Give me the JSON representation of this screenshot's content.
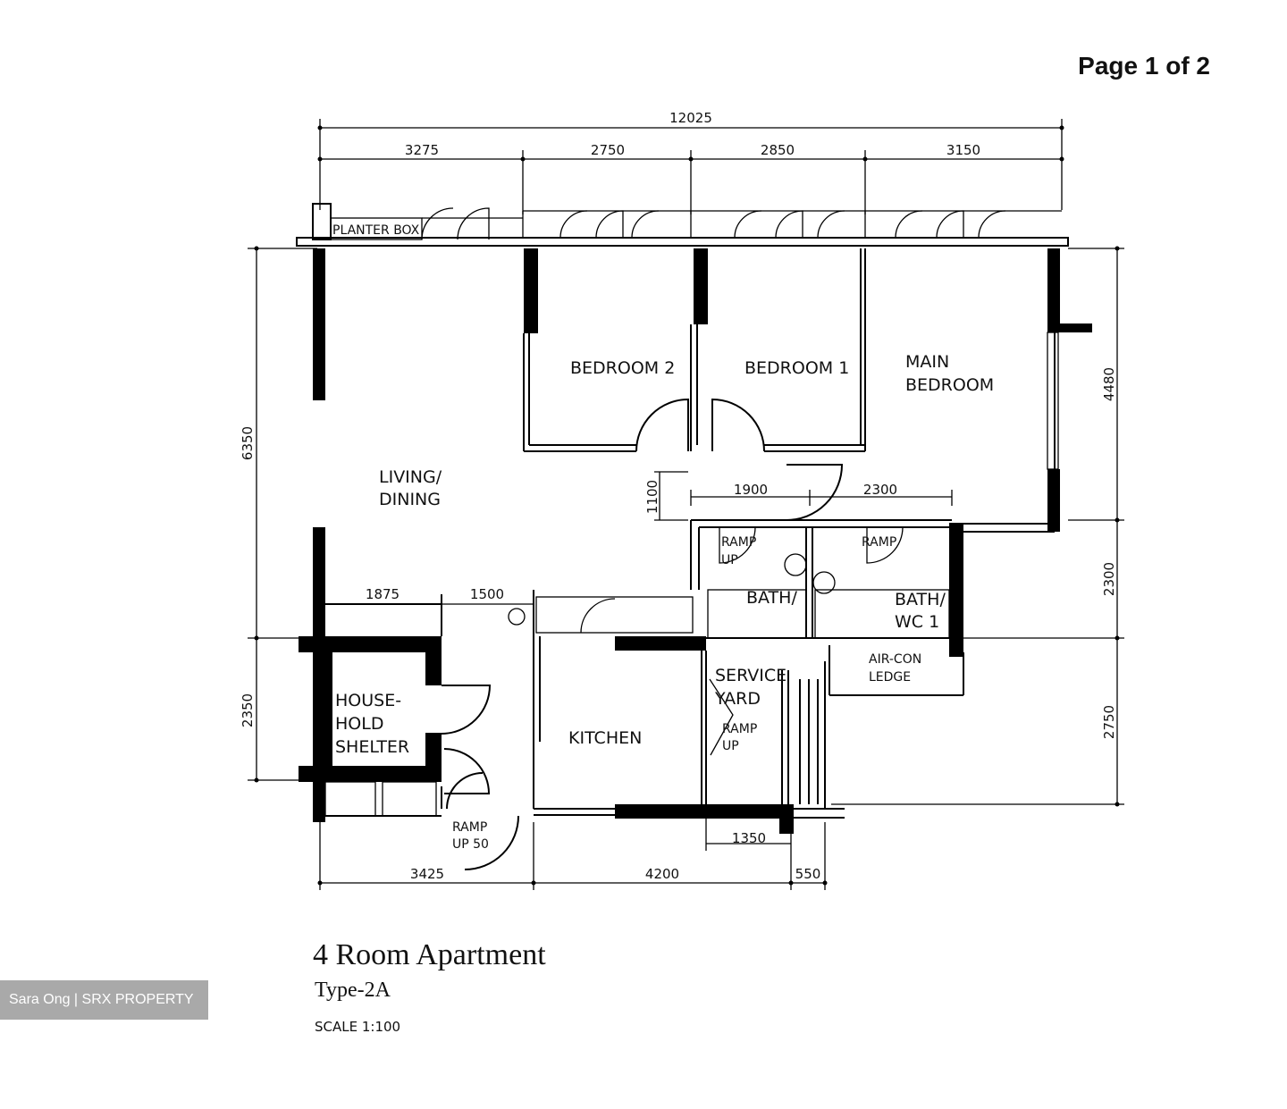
{
  "page_label": "Page 1 of 2",
  "plan": {
    "dimensions": {
      "top_total": "12025",
      "top_segments": [
        "3275",
        "2750",
        "2850",
        "3150"
      ],
      "left_upper": "6350",
      "left_lower": "2350",
      "right_upper": "4480",
      "right_mid": "2300",
      "right_lower": "2750",
      "inner_1100": "1100",
      "inner_1900": "1900",
      "inner_2300": "2300",
      "inner_1875": "1875",
      "inner_1500": "1500",
      "inner_1350": "1350",
      "bottom_segments": [
        "3425",
        "4200",
        "550"
      ]
    },
    "rooms": {
      "planter_box": "PLANTER BOX",
      "bedroom_2": "BEDROOM 2",
      "bedroom_1": "BEDROOM 1",
      "main_bedroom_line1": "MAIN",
      "main_bedroom_line2": "BEDROOM",
      "living_line1": "LIVING/",
      "living_line2": "DINING",
      "shelter_line1": "HOUSE-",
      "shelter_line2": "HOLD",
      "shelter_line3": "SHELTER",
      "kitchen": "KITCHEN",
      "service_line1": "SERVICE",
      "service_line2": "YARD",
      "ramp_up_1": "RAMP",
      "ramp_up_1b": "UP",
      "ramp_up_50_line1": "RAMP",
      "ramp_up_50_line2": "UP 50",
      "ramp_a": "RAMP",
      "ramp_a2": "UP",
      "ramp_b": "RAMP",
      "bath_a": "BATH/",
      "bath_b_line1": "BATH/",
      "bath_b_line2": "WC 1",
      "aircon_line1": "AIR-CON",
      "aircon_line2": "LEDGE"
    }
  },
  "caption": {
    "title": "4 Room Apartment",
    "type": "Type-2A",
    "scale": "SCALE  1:100"
  },
  "watermark": "Sara Ong  | SRX PROPERTY"
}
